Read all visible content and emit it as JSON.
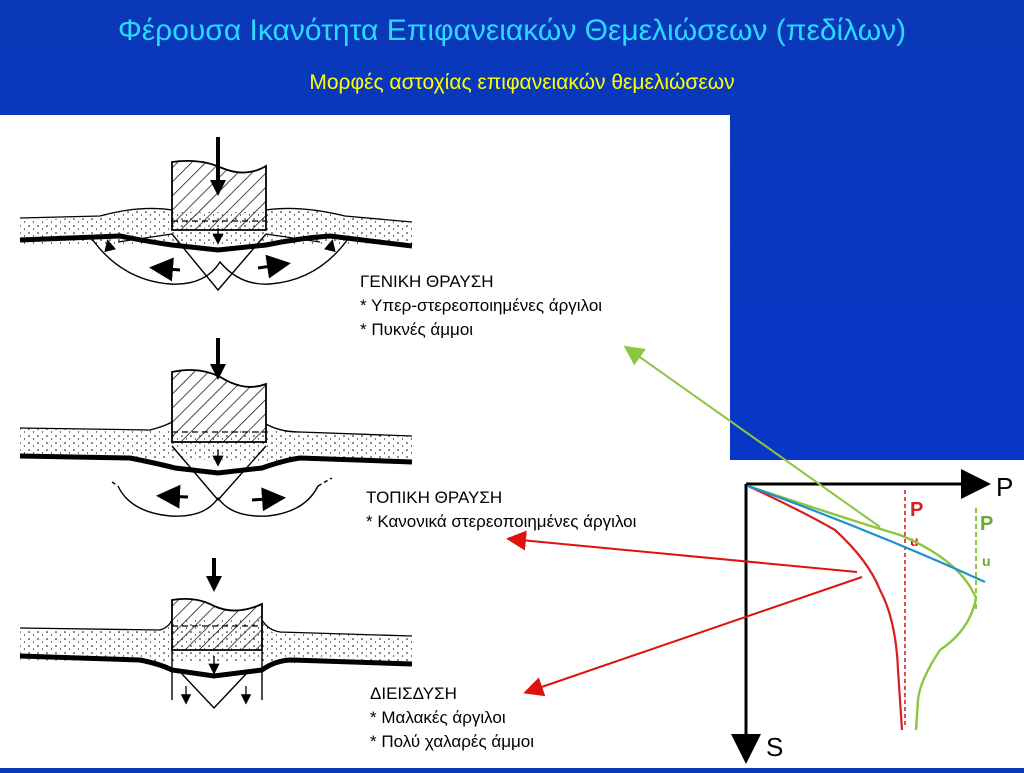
{
  "slide": {
    "title": "Φέρουσα Ικανότητα Επιφανειακών Θεμελιώσεων (πεδίλων)",
    "subtitle": "Μορφές αστοχίας επιφανειακών θεμελιώσεων"
  },
  "failure_modes": [
    {
      "heading": "ΓΕΝΙΚΗ  ΘΡΑΥΣΗ",
      "line1": "* Υπερ-στερεοποιημένες άργιλοι",
      "line2": "* Πυκνές άμμοι"
    },
    {
      "heading": "ΤΟΠΙΚΗ ΘΡΑΥΣΗ",
      "line1": "* Κανονικά στερεοποιημένες άργιλοι",
      "line2": ""
    },
    {
      "heading": "ΔΙΕΙΣΔΥΣΗ",
      "line1": "* Μαλακές άργιλοι",
      "line2": "* Πολύ χαλαρές άμμοι"
    }
  ],
  "curve_plot": {
    "x_axis_label": "P",
    "y_axis_label": "S",
    "pu_red_main": "P",
    "pu_red_sub": "u",
    "pu_green_main": "P",
    "pu_green_sub": "u",
    "colors": {
      "red": "#d62020",
      "green": "#8cc63f",
      "blue": "#1e90d0",
      "arrow_green": "#8cc63f",
      "arrow_red": "#e01010"
    }
  }
}
